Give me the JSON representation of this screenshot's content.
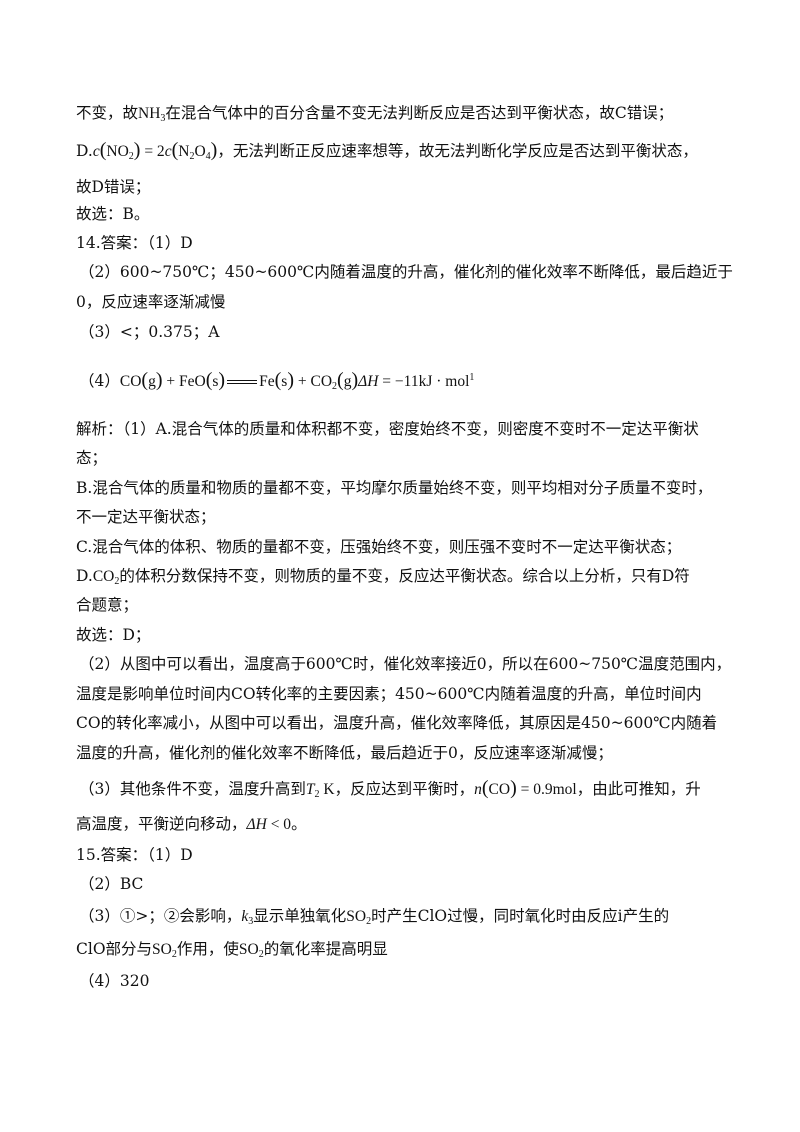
{
  "lines": {
    "l1": {
      "pre": "不变，故",
      "nh3_main": "NH",
      "nh3_sub": "3",
      "post": "在混合气体中的百分含量不变无法判断反应是否达到平衡状态，故C错误；"
    },
    "l2": {
      "label": "D.",
      "c1": "c",
      "no2_main": "NO",
      "no2_sub": "2",
      "eq": "= 2",
      "c2": "c",
      "n2o4_a": "N",
      "n2o4_b": "2",
      "n2o4_c": "O",
      "n2o4_d": "4",
      "post": "，无法判断正反应速率想等，故无法判断化学反应是否达到平衡状态，"
    },
    "l3": "故D错误；",
    "l4": "故选：B。",
    "l5": "14.答案：（1）D",
    "l6": "（2）600~750℃；450~600℃内随着温度的升高，催化剂的催化效率不断降低，最后趋近于",
    "l7": "0，反应速率逐渐减慢",
    "l8": "（3）<；0.375；A",
    "l9": {
      "label": "（4）",
      "co": "CO",
      "g1": "g",
      "plus1": "+ FeO",
      "s1": "s",
      "fe": "Fe",
      "s2": "s",
      "plus2": "+ CO",
      "co2_sub": "2",
      "g2": "g",
      "dh": "ΔH",
      "val": "= −11kJ · mol",
      "sup": "1"
    },
    "l10": "解析：（1）A.混合气体的质量和体积都不变，密度始终不变，则密度不变时不一定达平衡状",
    "l11": "态；",
    "l12": "B.混合气体的质量和物质的量都不变，平均摩尔质量始终不变，则平均相对分子质量不变时，",
    "l13": "不一定达平衡状态；",
    "l14": "C.混合气体的体积、物质的量都不变，压强始终不变，则压强不变时不一定达平衡状态；",
    "l15": {
      "label": "D.",
      "co2_main": "CO",
      "co2_sub": "2",
      "post": "的体积分数保持不变，则物质的量不变，反应达平衡状态。综合以上分析，只有D符"
    },
    "l16": "合题意；",
    "l17": "故选：D；",
    "l18": "（2）从图中可以看出，温度高于600℃时，催化效率接近0，所以在600~750℃温度范围内，",
    "l19": "温度是影响单位时间内CO转化率的主要因素；450~600℃内随着温度的升高，单位时间内",
    "l20": "CO的转化率减小，从图中可以看出，温度升高，催化效率降低，其原因是450~600℃内随着",
    "l21": "温度的升高，催化剂的催化效率不断降低，最后趋近于0，反应速率逐渐减慢；",
    "l22": {
      "pre": "（3）其他条件不变，温度升高到",
      "t": "T",
      "t_sub": "2",
      "k": " K",
      "mid": "，反应达到平衡时，",
      "n": "n",
      "co": "CO",
      "val": "= 0.9mol",
      "post": "，由此可推知，升"
    },
    "l23": {
      "pre": "高温度，平衡逆向移动，",
      "dh": "ΔH",
      "val": " < 0",
      "post": "。"
    },
    "l24": "15.答案：（1）D",
    "l25": "（2）BC",
    "l26": {
      "pre": "（3）①>；②会影响，",
      "k": "k",
      "k_sub": "3",
      "mid": "显示单独氧化",
      "so2_main": "SO",
      "so2_sub": "2",
      "post": "时产生ClO过慢，同时氧化时由反应ⅰ产生的"
    },
    "l27": {
      "pre": "ClO部分与",
      "so2_main": "SO",
      "so2_sub": "2",
      "mid": "作用，使",
      "so2b_main": "SO",
      "so2b_sub": "2",
      "post": "的氧化率提高明显"
    },
    "l28": "（4）320"
  }
}
